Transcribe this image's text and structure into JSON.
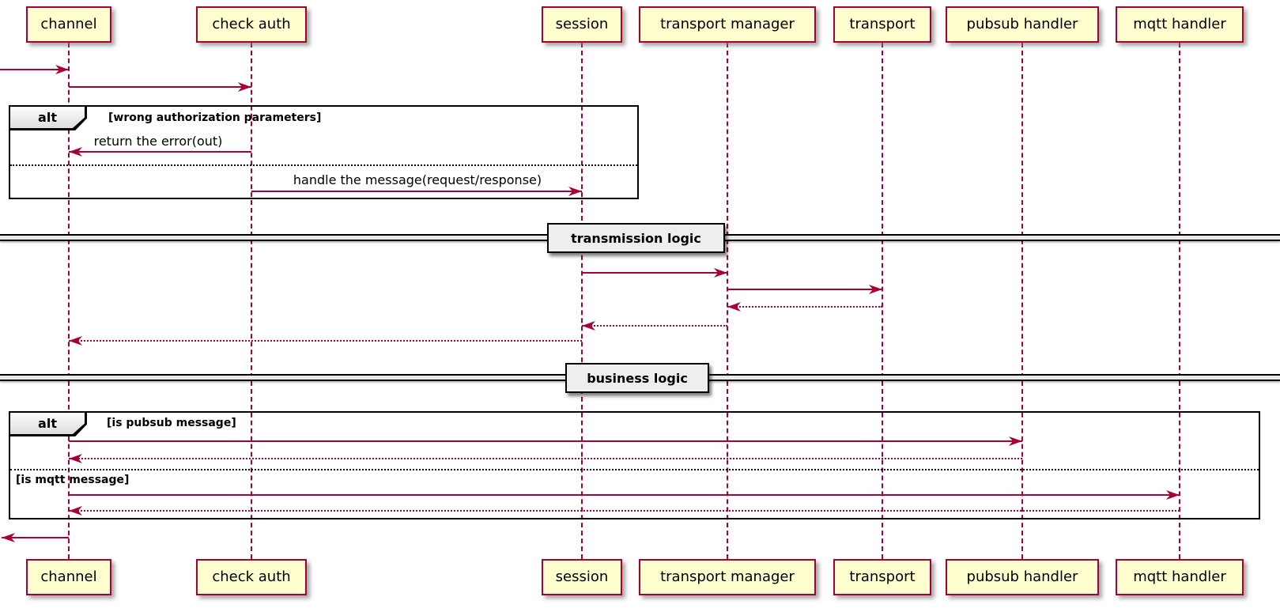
{
  "diagram": {
    "type": "sequence-diagram",
    "participants": [
      "channel",
      "check auth",
      "session",
      "transport manager",
      "transport",
      "pubsub handler",
      "mqtt handler"
    ],
    "fragments": [
      {
        "keyword": "alt",
        "guards": [
          "[wrong authorization parameters]"
        ]
      },
      {
        "keyword": "alt",
        "guards": [
          "[is pubsub message]",
          "[is mqtt message]"
        ]
      }
    ],
    "dividers": [
      "transmission logic",
      "business logic"
    ],
    "messages": [
      {
        "from": "(external)",
        "to": "channel",
        "label": "",
        "style": "solid"
      },
      {
        "from": "channel",
        "to": "check auth",
        "label": "",
        "style": "solid"
      },
      {
        "from": "check auth",
        "to": "channel",
        "label": "return the error(out)",
        "style": "solid"
      },
      {
        "from": "check auth",
        "to": "session",
        "label": "handle the message(request/response)",
        "style": "solid"
      },
      {
        "from": "session",
        "to": "transport manager",
        "label": "",
        "style": "solid"
      },
      {
        "from": "transport manager",
        "to": "transport",
        "label": "",
        "style": "solid"
      },
      {
        "from": "transport",
        "to": "transport manager",
        "label": "",
        "style": "dotted"
      },
      {
        "from": "transport manager",
        "to": "session",
        "label": "",
        "style": "dotted"
      },
      {
        "from": "session",
        "to": "channel",
        "label": "",
        "style": "dotted"
      },
      {
        "from": "channel",
        "to": "pubsub handler",
        "label": "",
        "style": "solid"
      },
      {
        "from": "pubsub handler",
        "to": "channel",
        "label": "",
        "style": "dotted"
      },
      {
        "from": "channel",
        "to": "mqtt handler",
        "label": "",
        "style": "solid"
      },
      {
        "from": "mqtt handler",
        "to": "channel",
        "label": "",
        "style": "dotted"
      },
      {
        "from": "channel",
        "to": "(external)",
        "label": "",
        "style": "solid"
      }
    ],
    "colors": {
      "participant_fill": "#FEFECE",
      "accent": "#A80036",
      "fragment_border": "#000000",
      "divider_fill": "#EEEEEE",
      "background": "#FFFFFF"
    }
  }
}
